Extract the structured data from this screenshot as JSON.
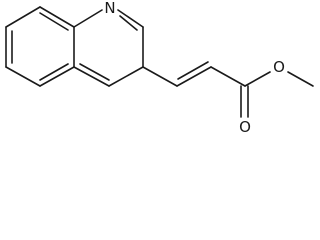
{
  "structure": {
    "atoms": {
      "n": "N",
      "o_ether": "O",
      "o_carbonyl": "O"
    }
  }
}
